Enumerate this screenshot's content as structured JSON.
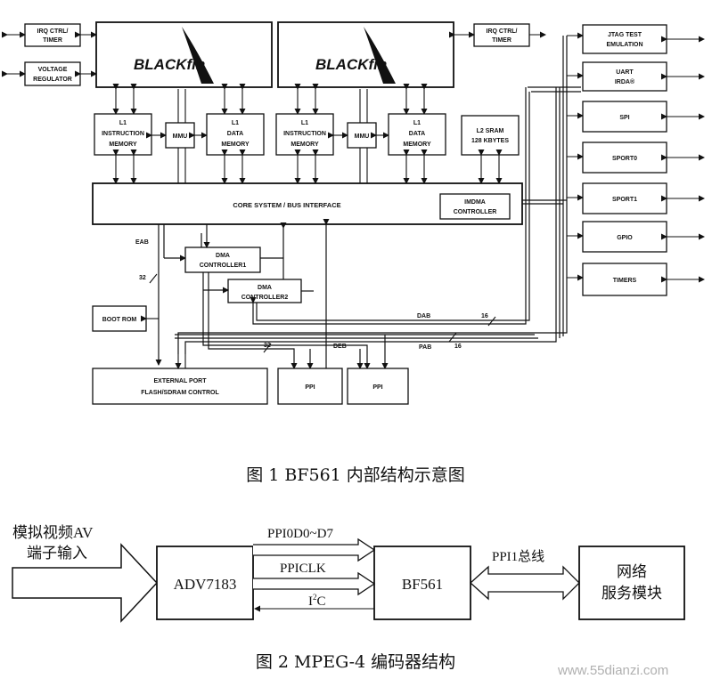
{
  "figure1": {
    "caption": "图 1   BF561 内部结构示意图",
    "cores": [
      {
        "logo": "BLACKfin"
      },
      {
        "logo": "BLACKfin"
      }
    ],
    "left_blocks": {
      "irq_ctrl_timer": [
        "IRQ CTRL/",
        "TIMER"
      ],
      "voltage_regulator": [
        "VOLTAGE",
        "REGULATOR"
      ]
    },
    "mid_blocks": {
      "irq_ctrl_timer": [
        "IRQ CTRL/",
        "TIMER"
      ]
    },
    "memory": {
      "l1_instruction": [
        "L1",
        "INSTRUCTION",
        "MEMORY"
      ],
      "mmu": "MMU",
      "l1_data": [
        "L1",
        "DATA",
        "MEMORY"
      ],
      "l2_sram": [
        "L2 SRAM",
        "128 KBYTES"
      ]
    },
    "core_bus": "CORE SYSTEM / BUS INTERFACE",
    "imdma": [
      "IMDMA",
      "CONTROLLER"
    ],
    "dma1": [
      "DMA",
      "CONTROLLER1"
    ],
    "dma2": [
      "DMA",
      "CONTROLLER2"
    ],
    "boot_rom": "BOOT ROM",
    "external_port": [
      "EXTERNAL PORT",
      "FLASH/SDRAM CONTROL"
    ],
    "ppi": "PPI",
    "peripherals": [
      [
        "JTAG TEST",
        "EMULATION"
      ],
      [
        "UART",
        "IRDA®"
      ],
      [
        "SPI"
      ],
      [
        "SPORT0"
      ],
      [
        "SPORT1"
      ],
      [
        "GPIO"
      ],
      [
        "TIMERS"
      ]
    ],
    "bus_labels": {
      "eab": "EAB",
      "width_32_left": "32",
      "width_32_mid": "32",
      "deb": "DEB",
      "dab": "DAB",
      "width_16_dab": "16",
      "pab": "PAB",
      "width_16_pab": "16"
    }
  },
  "figure2": {
    "caption": "图 2   MPEG-4 编码器结构",
    "input_label": [
      "模拟视频AV",
      "端子输入"
    ],
    "adv": "ADV7183",
    "bf": "BF561",
    "network": [
      "网络",
      "服务模块"
    ],
    "sig_data": "PPI0D0~D7",
    "sig_clk": "PPICLK",
    "sig_i2c_base": "I",
    "sig_i2c_sup": "2",
    "sig_i2c_tail": "C",
    "sig_ppi1": "PPI1总线"
  },
  "watermark": "www.55dianzi.com"
}
